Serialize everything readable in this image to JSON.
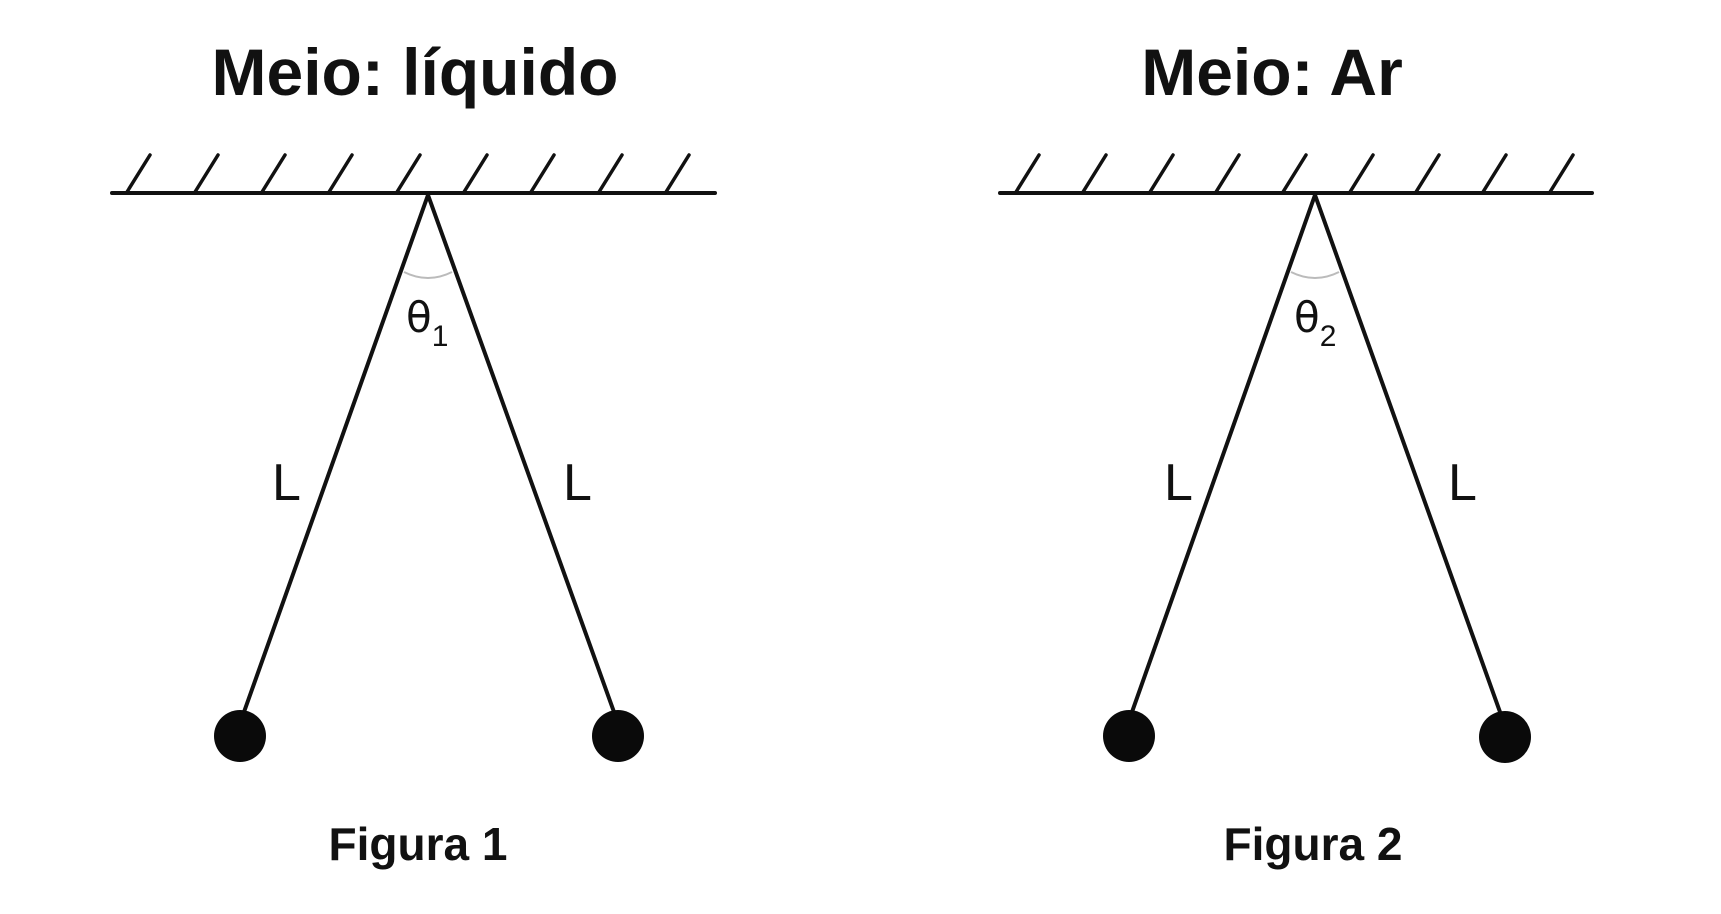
{
  "figures": [
    {
      "medium_title": "Meio: líquido",
      "caption": "Figura 1",
      "angle_symbol": "θ",
      "angle_subscript": "1",
      "left_string_label": "L",
      "right_string_label": "L"
    },
    {
      "medium_title": "Meio: Ar",
      "caption": "Figura 2",
      "angle_symbol": "θ",
      "angle_subscript": "2",
      "left_string_label": "L",
      "right_string_label": "L"
    }
  ],
  "colors": {
    "ink": "#111111",
    "background": "#ffffff"
  }
}
